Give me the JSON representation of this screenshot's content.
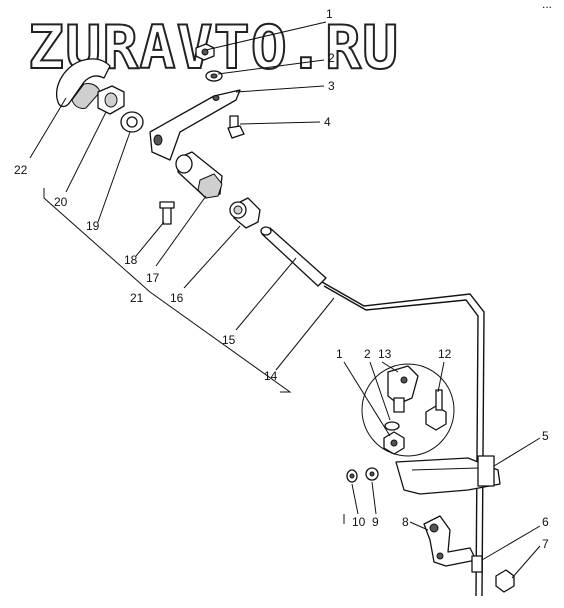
{
  "watermark": "ZURAVTO.RU",
  "corner_mark": "...",
  "callouts": {
    "c1_top": "1",
    "c2_top": "2",
    "c3": "3",
    "c4": "4",
    "c5": "5",
    "c6": "6",
    "c7": "7",
    "c8": "8",
    "c9": "9",
    "c10": "10",
    "c12": "12",
    "c13": "13",
    "c14": "14",
    "c15": "15",
    "c16": "16",
    "c17": "17",
    "c18": "18",
    "c19": "19",
    "c20": "20",
    "c21": "21",
    "c22": "22",
    "c1_detail": "1",
    "c2_detail": "2"
  }
}
